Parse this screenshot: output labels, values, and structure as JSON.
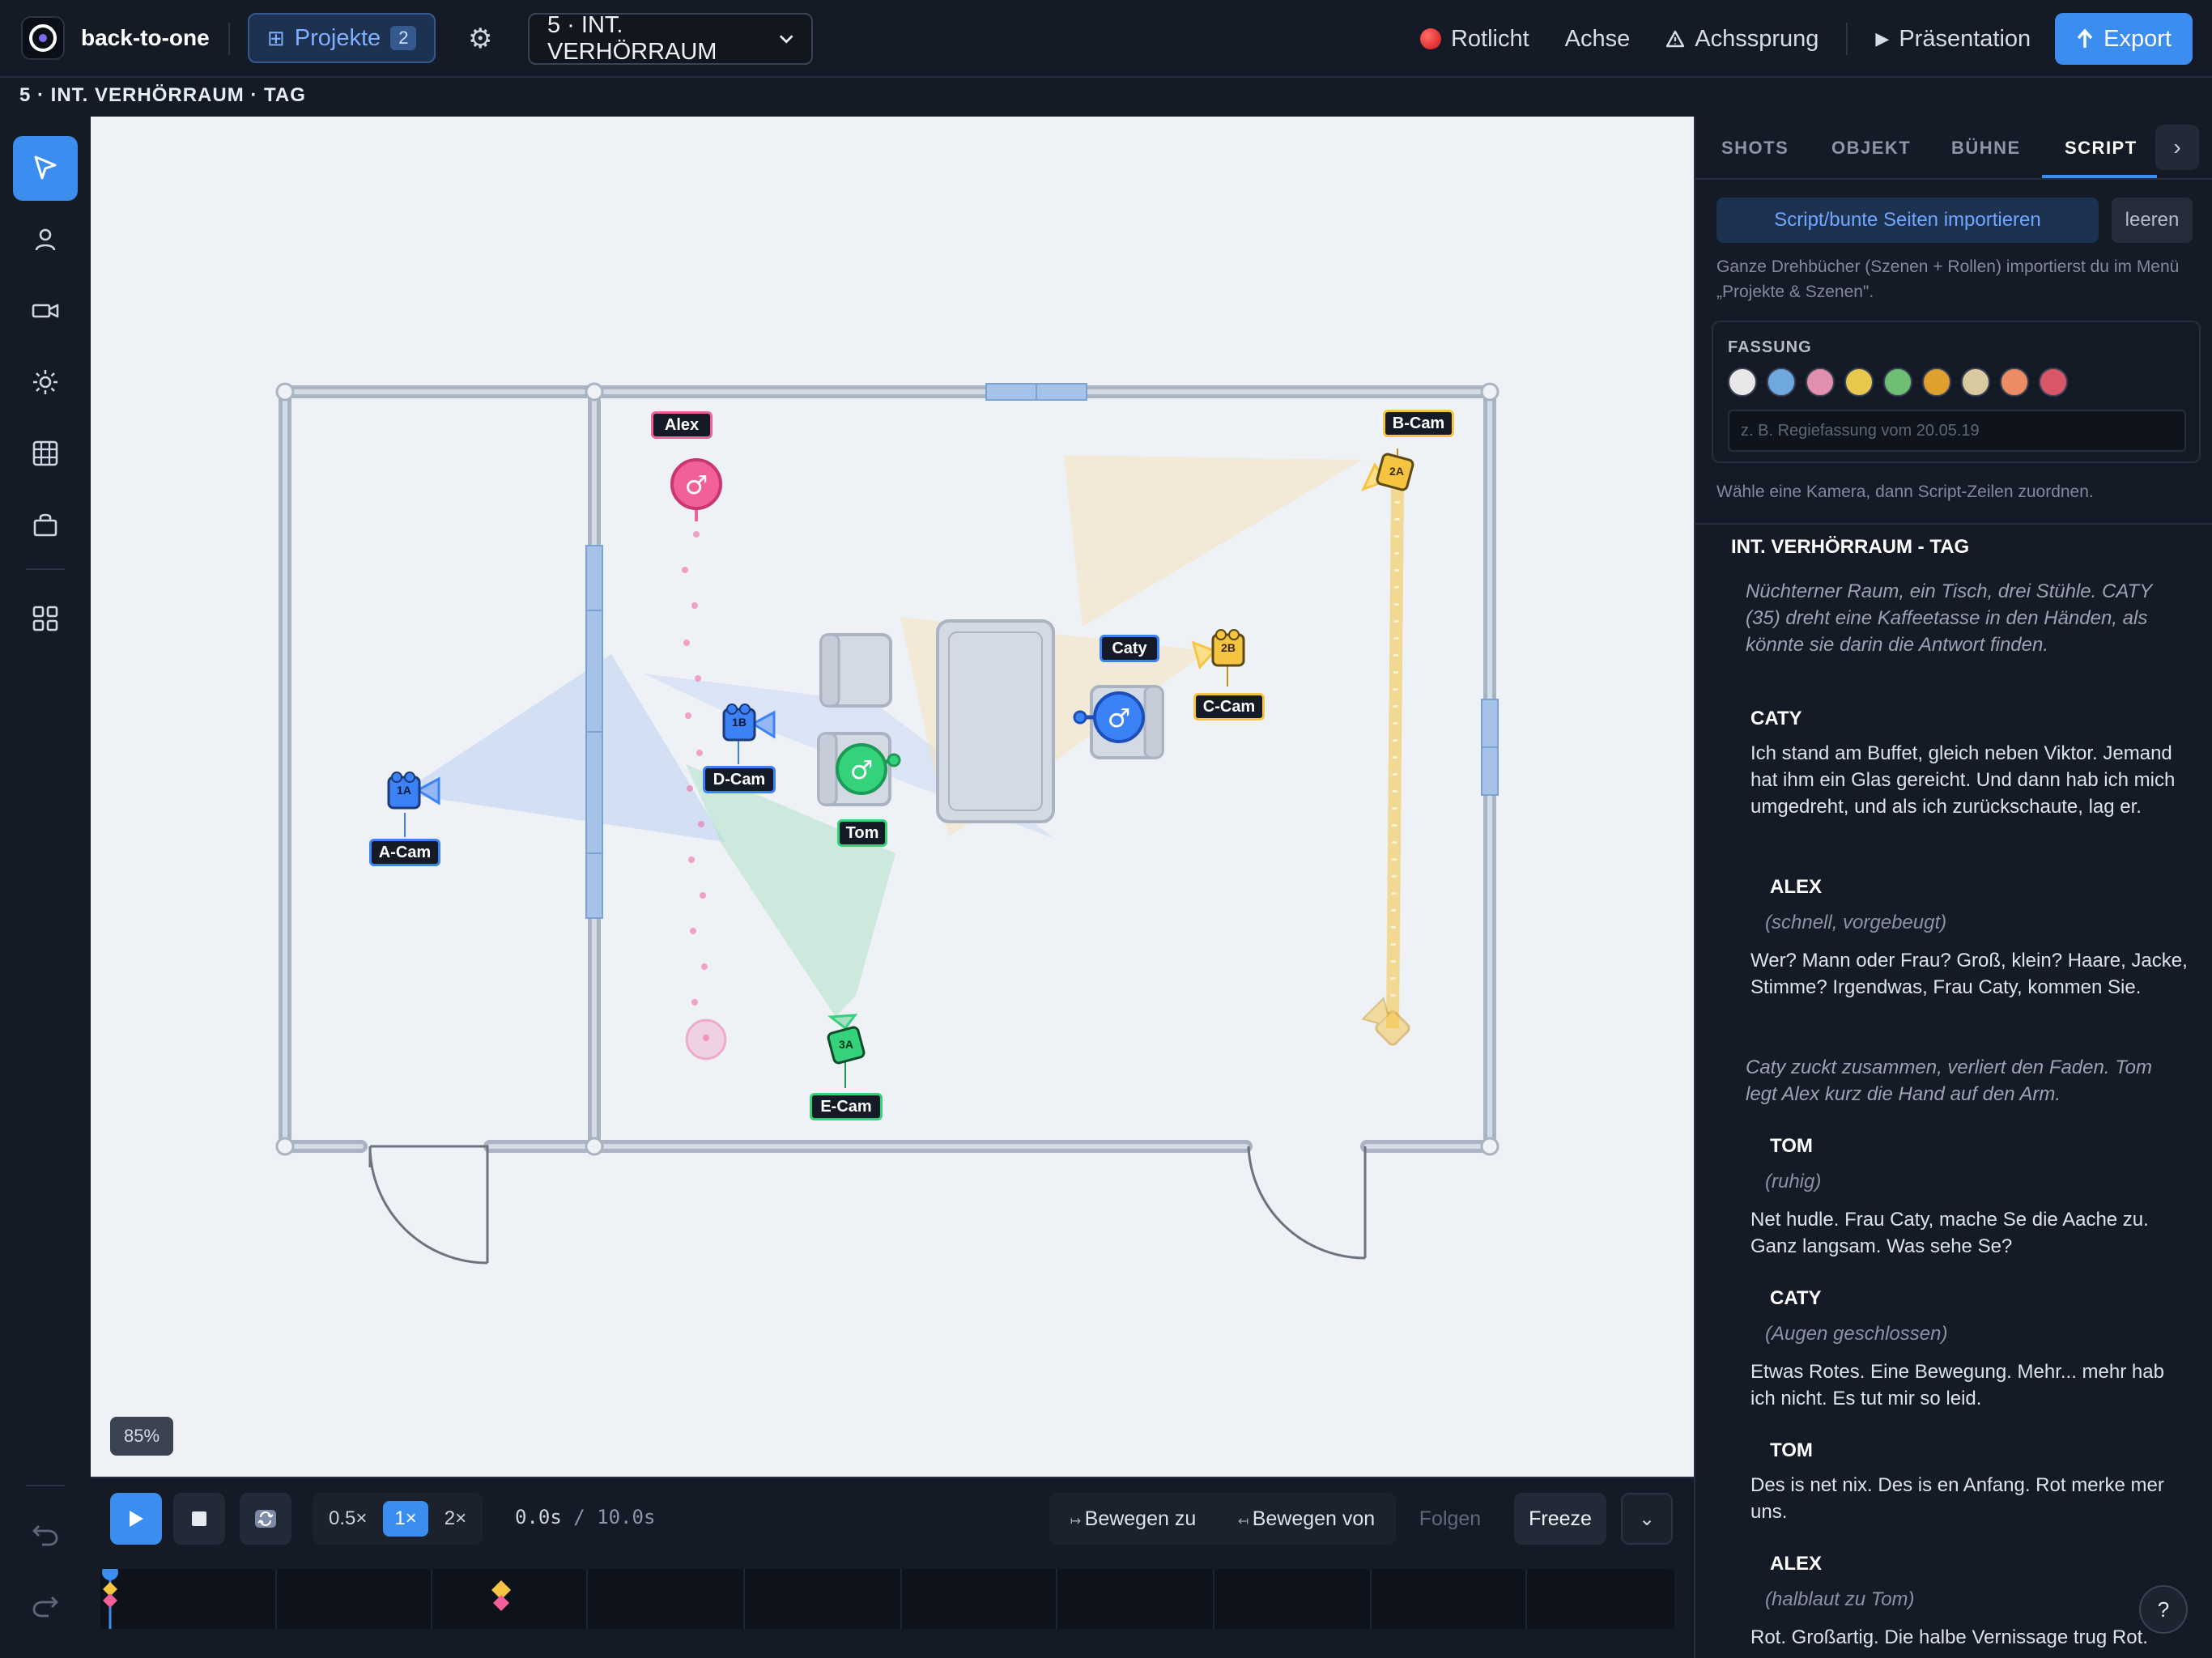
{
  "app": {
    "name": "back-to-one"
  },
  "header": {
    "projects_label": "Projekte",
    "projects_count": "2",
    "scene_select": "5 · INT. VERHÖRRAUM",
    "redlight_label": "Rotlicht",
    "axis_label": "Achse",
    "axisjump_label": "Achssprung",
    "presentation_label": "Präsentation",
    "export_label": "Export",
    "subtitle": "5 · INT. VERHÖRRAUM · TAG"
  },
  "toolbar": {
    "tools": [
      "select-tool",
      "person-tool",
      "camera-tool",
      "light-tool",
      "set-tool",
      "props-tool",
      "grid-tool"
    ],
    "undo_icon": "undo-icon",
    "redo_icon": "redo-icon"
  },
  "canvas": {
    "zoom": "85%",
    "labels": {
      "alex": "Alex",
      "tom": "Tom",
      "caty": "Caty",
      "acam": "A-Cam",
      "bcam": "B-Cam",
      "ccam": "C-Cam",
      "dcam": "D-Cam",
      "ecam": "E-Cam",
      "c1a": "1A",
      "c1b": "1B",
      "c2a": "2A",
      "c2b": "2B",
      "c3a": "3A"
    },
    "colors": {
      "alex": "#f2609a",
      "tom": "#34d27a",
      "caty": "#3b82f6",
      "acam": "#3b82f6",
      "bcam": "#f5c542",
      "ccam": "#f5c542",
      "dcam": "#3b82f6",
      "ecam": "#34d27a"
    }
  },
  "panel": {
    "tabs": [
      "SHOTS",
      "OBJEKT",
      "BÜHNE",
      "SCRIPT"
    ],
    "active_tab": "SCRIPT",
    "import_label": "Script/bunte Seiten importieren",
    "clear_label": "leeren",
    "hint": "Ganze Drehbücher (Szenen + Rollen) importierst du im Menü „Projekte & Szenen\".",
    "fassung_title": "FASSUNG",
    "fassung_colors": [
      "#e8e8e8",
      "#6fa8dc",
      "#e38fb0",
      "#e6c84c",
      "#6fbf73",
      "#e0a030",
      "#d9c9a0",
      "#ec8b64",
      "#d9566b"
    ],
    "fassung_placeholder": "z. B. Regiefassung vom 20.05.19",
    "hint2": "Wähle eine Kamera, dann Script-Zeilen zuordnen.",
    "help_label": "?"
  },
  "script": {
    "slug": "INT. VERHÖRRAUM - TAG",
    "action1": "Nüchterner Raum, ein Tisch, drei Stühle. CATY (35) dreht eine Kaffeetasse in den Händen, als könnte sie darin die Antwort finden.",
    "c1": "CATY",
    "d1": "Ich stand am Buffet, gleich neben Viktor. Jemand hat ihm ein Glas gereicht. Und dann hab ich mich umgedreht, und als ich zurückschaute, lag er.",
    "c2": "ALEX",
    "p2": "(schnell, vorgebeugt)",
    "d2": "Wer? Mann oder Frau? Groß, klein? Haare, Jacke, Stimme? Irgendwas, Frau Caty, kommen Sie.",
    "action2": "Caty zuckt zusammen, verliert den Faden. Tom legt Alex kurz die Hand auf den Arm.",
    "c3": "TOM",
    "p3": "(ruhig)",
    "d3": "Net hudle. Frau Caty, mache Se die Aache zu. Ganz langsam. Was sehe Se?",
    "c4": "CATY",
    "p4": "(Augen geschlossen)",
    "d4": "Etwas Rotes. Eine Bewegung. Mehr... mehr hab ich nicht. Es tut mir so leid.",
    "c5": "TOM",
    "d5": "Des is net nix. Des is en Anfang. Rot merke mer uns.",
    "c6": "ALEX",
    "p6": "(halblaut zu Tom)",
    "d6": "Rot. Großartig. Die halbe Vernissage trug Rot."
  },
  "playback": {
    "speeds": [
      "0.5×",
      "1×",
      "2×"
    ],
    "active_speed": "1×",
    "time_current": "0.0s",
    "time_total": "10.0s",
    "move_to": "Bewegen zu",
    "move_from": "Bewegen von",
    "follow": "Folgen",
    "freeze": "Freeze"
  }
}
